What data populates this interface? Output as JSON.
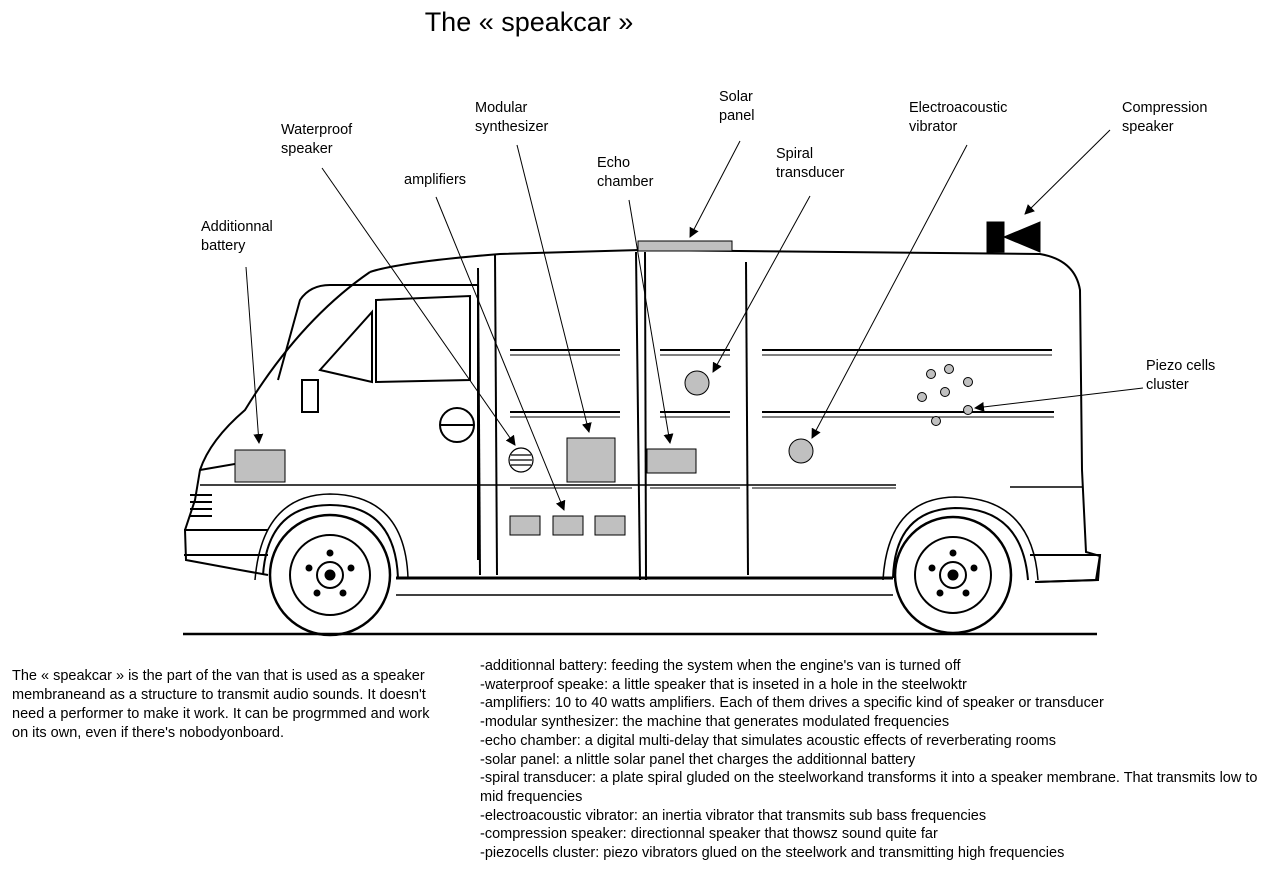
{
  "title": "The « speakcar »",
  "labels": {
    "battery": "Additionnal\nbattery",
    "waterproof": "Waterproof\nspeaker",
    "amplifiers": "amplifiers",
    "modular": "Modular\nsynthesizer",
    "echo": "Echo\nchamber",
    "solar": "Solar\npanel",
    "spiral": "Spiral\ntransducer",
    "electro": "Electroacoustic\nvibrator",
    "compression": "Compression\nspeaker",
    "piezo": "Piezo cells\ncluster"
  },
  "description": "The « speakcar » is the part of the van that is used as a speaker membraneand as a structure to transmit audio sounds. It doesn't need a performer to make it work. It can be progrmmed and work on its own, even if there's nobodyonboard.",
  "legend": [
    "-additionnal battery: feeding the system when the engine's van is turned off",
    "-waterproof speake: a little speaker that is inseted in a hole in the steelwoktr",
    "-amplifiers: 10 to 40 watts amplifiers. Each of them drives a specific kind of speaker or transducer",
    "-modular synthesizer: the machine that generates modulated frequencies",
    "-echo chamber: a digital multi-delay that simulates acoustic effects of reverberating rooms",
    "-solar panel: a nlittle solar panel thet charges the additionnal battery",
    "-spiral transducer: a plate spiral gluded on the steelworkand transforms it into a speaker membrane. That transmits low to mid frequencies",
    "-electroacoustic vibrator: an inertia vibrator that transmits sub bass frequencies",
    "-compression speaker: directionnal speaker that thowsz sound quite far",
    "-piezocells cluster: piezo vibrators glued on the steelwork and transmitting high frequencies"
  ],
  "colors": {
    "component_fill": "#c0c0c0",
    "line": "#000000"
  }
}
